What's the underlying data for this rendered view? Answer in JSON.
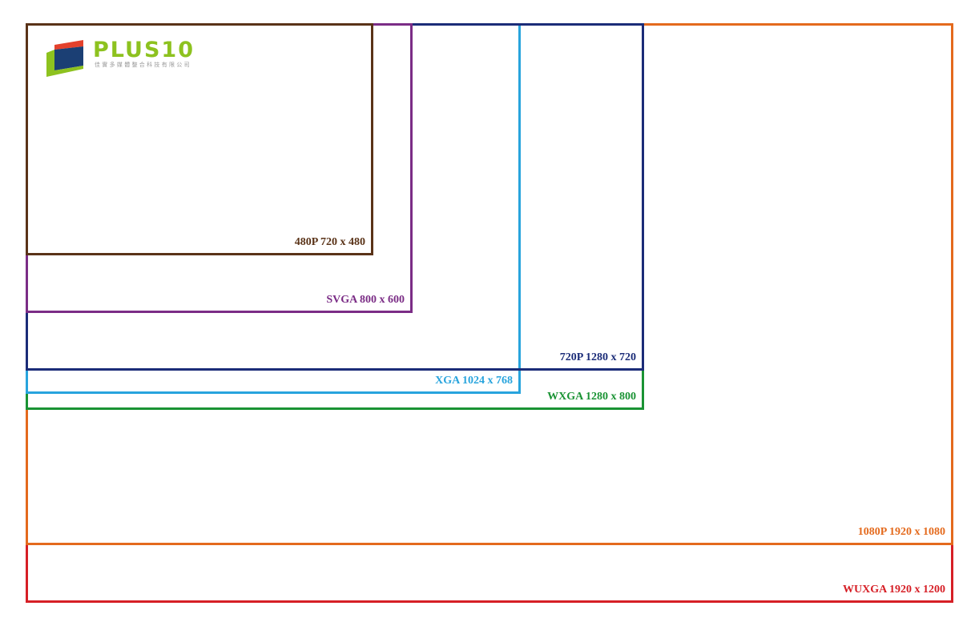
{
  "logo": {
    "wordmark": "PLUS10",
    "tagline": "佳實多媒體整合科技有限公司",
    "colors": {
      "red": "#e4412c",
      "navy": "#1b3f74",
      "green": "#8dc21f"
    }
  },
  "resolutions": [
    {
      "id": "wuxga",
      "label": "WUXGA  1920 x 1200",
      "width": 1920,
      "height": 1200,
      "color": "#d61f26"
    },
    {
      "id": "1080p",
      "label": "1080P  1920 x 1080",
      "width": 1920,
      "height": 1080,
      "color": "#e46a1d"
    },
    {
      "id": "wxga",
      "label": "WXGA  1280 x 800",
      "width": 1280,
      "height": 800,
      "color": "#1a9334"
    },
    {
      "id": "xga",
      "label": "XGA  1024 x 768",
      "width": 1024,
      "height": 768,
      "color": "#28a4dd"
    },
    {
      "id": "720p",
      "label": "720P  1280 x 720",
      "width": 1280,
      "height": 720,
      "color": "#1b2c78"
    },
    {
      "id": "svga",
      "label": "SVGA  800 x 600",
      "width": 800,
      "height": 600,
      "color": "#7b2d86"
    },
    {
      "id": "480p",
      "label": "480P  720 x 480",
      "width": 720,
      "height": 480,
      "color": "#5a3318"
    }
  ]
}
